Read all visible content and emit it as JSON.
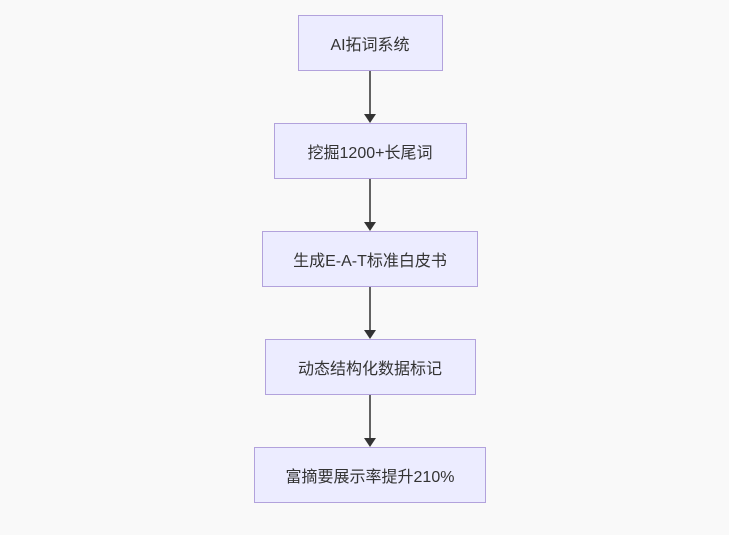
{
  "diagram": {
    "type": "flowchart",
    "direction": "top-down",
    "nodes": [
      {
        "id": "n1",
        "label": "AI拓词系统"
      },
      {
        "id": "n2",
        "label": "挖掘1200+长尾词"
      },
      {
        "id": "n3",
        "label": "生成E-A-T标准白皮书"
      },
      {
        "id": "n4",
        "label": "动态结构化数据标记"
      },
      {
        "id": "n5",
        "label": "富摘要展示率提升210%"
      }
    ],
    "edges": [
      {
        "from": "n1",
        "to": "n2"
      },
      {
        "from": "n2",
        "to": "n3"
      },
      {
        "from": "n3",
        "to": "n4"
      },
      {
        "from": "n4",
        "to": "n5"
      }
    ],
    "colors": {
      "node_fill": "#ECECFF",
      "node_border": "#B2A2DC",
      "node_text": "#333333",
      "edge_line": "#636363",
      "arrowhead": "#333333",
      "background": "#f9f9f9"
    }
  }
}
